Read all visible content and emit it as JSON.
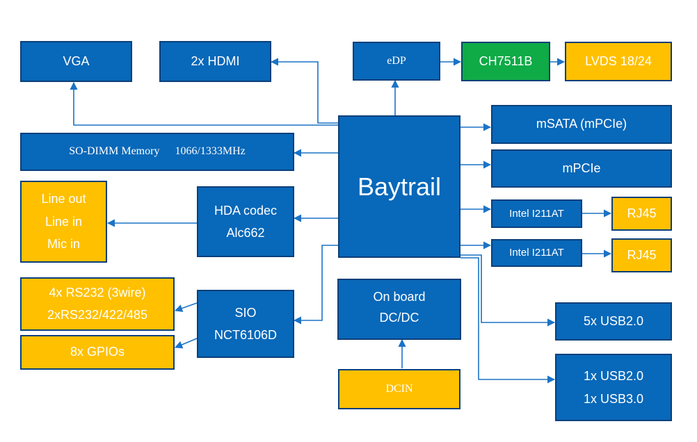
{
  "colors": {
    "main": "#0868b9",
    "border": "#0a3f7a",
    "peripheral": "#ffc000",
    "converter": "#0eab46",
    "wire": "#1b73c6"
  },
  "blocks": {
    "vga": "VGA",
    "hdmi": "2x HDMI",
    "edp": "eDP",
    "ch7511b": "CH7511B",
    "lvds": "LVDS 18/24",
    "cpu": "Baytrail",
    "memory_label": "SO-DIMM Memory",
    "memory_speed": "1066/1333MHz",
    "msata": "mSATA (mPCIe)",
    "mpcie": "mPCIe",
    "lan1": "Intel I211AT",
    "rj45_1": "RJ45",
    "lan2": "Intel I211AT",
    "rj45_2": "RJ45",
    "hda_line1": "HDA codec",
    "hda_line2": "Alc662",
    "audio_line1": "Line out",
    "audio_line2": "Line in",
    "audio_line3": "Mic in",
    "sio_line1": "SIO",
    "sio_line2": "NCT6106D",
    "serial_line1": "4x RS232 (3wire)",
    "serial_line2": "2xRS232/422/485",
    "gpio": "8x GPIOs",
    "dcdc_line1": "On board",
    "dcdc_line2": "DC/DC",
    "dcin": "DCIN",
    "usb2": "5x USB2.0",
    "usb_combo_line1": "1x USB2.0",
    "usb_combo_line2": "1x USB3.0"
  }
}
